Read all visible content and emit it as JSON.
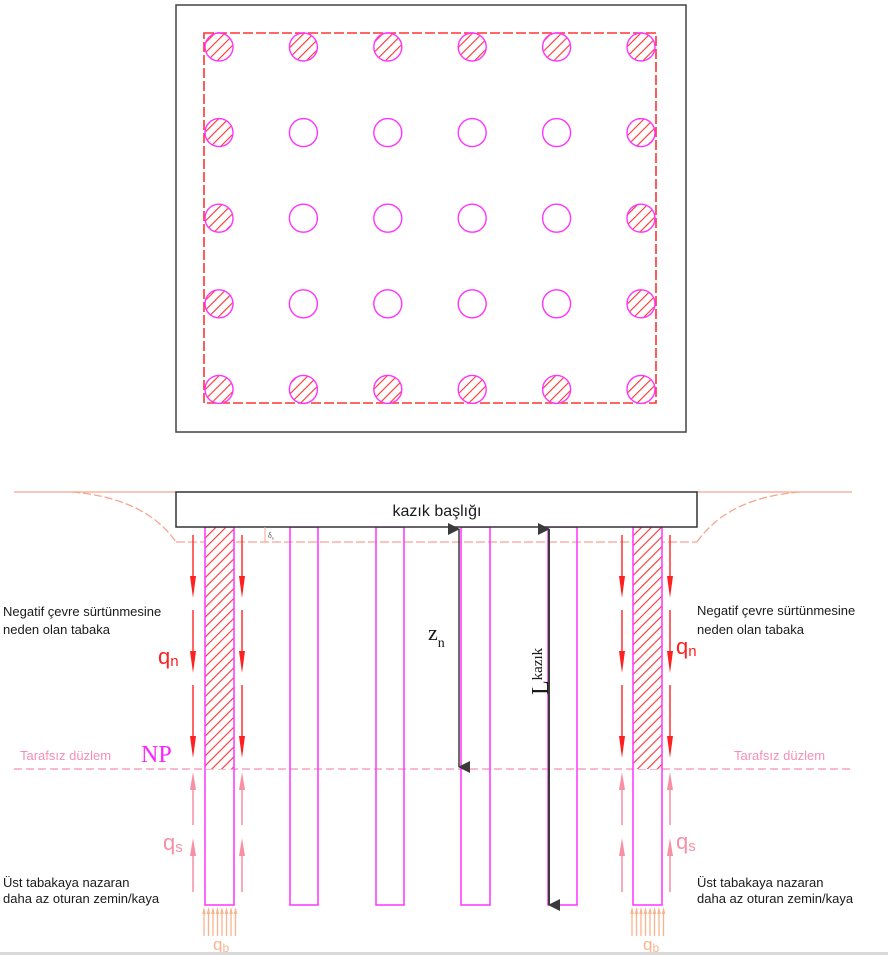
{
  "plan_view": {
    "grid_rows": 5,
    "grid_cols": 6,
    "hatched_perimeter_piles": true
  },
  "section_view": {
    "pile_cap_label": "kazık başlığı",
    "neutral_plane_label": "Tarafsız düzlem",
    "neutral_plane_symbol": "NP",
    "negative_friction_layer": [
      "Negatif çevre sürtünmesine",
      "neden olan tabaka"
    ],
    "stiffer_layer": [
      "Üst tabakaya nazaran",
      "daha az oturan zemin/kaya"
    ],
    "qn": {
      "main": "q",
      "sub": "n"
    },
    "qs": {
      "main": "q",
      "sub": "s"
    },
    "qb": {
      "main": "q",
      "sub": "b"
    },
    "zn": {
      "main": "z",
      "sub": "n"
    },
    "lkazik": {
      "main": "L",
      "sub": "kazık"
    },
    "delta_v": {
      "main": "δ",
      "sub": "v"
    }
  },
  "colors": {
    "pile_outline": "#ff33ff",
    "hatch_red": "#ff3333",
    "ground_line": "#f7a58f",
    "neutral_line": "#f78fb0",
    "qs_arrow": "#f78fa5",
    "qb_arrow": "#f9b48f",
    "dimension": "#404040",
    "text": "#1a1a1a"
  }
}
